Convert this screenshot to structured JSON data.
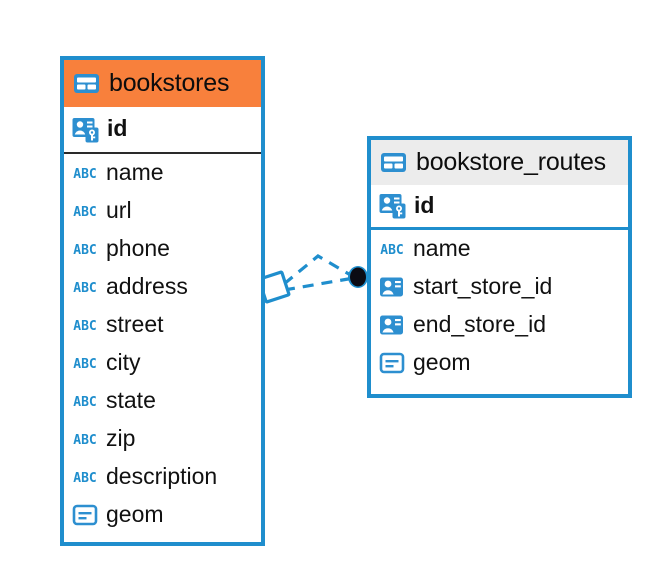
{
  "diagram": {
    "type": "entity-relationship-diagram",
    "background": "#ffffff",
    "accent_color": "#1f8ecd",
    "highlight_color": "#f8803c",
    "header_color": "#ececec"
  },
  "entities": [
    {
      "name": "bookstores",
      "icon": "table-icon",
      "header_color": "#f8803c",
      "primary_key": {
        "label": "id",
        "icon": "primary-key-icon"
      },
      "fields": [
        {
          "label": "name",
          "icon": "abc-text-icon",
          "type": "text"
        },
        {
          "label": "url",
          "icon": "abc-text-icon",
          "type": "text"
        },
        {
          "label": "phone",
          "icon": "abc-text-icon",
          "type": "text"
        },
        {
          "label": "address",
          "icon": "abc-text-icon",
          "type": "text"
        },
        {
          "label": "street",
          "icon": "abc-text-icon",
          "type": "text"
        },
        {
          "label": "city",
          "icon": "abc-text-icon",
          "type": "text"
        },
        {
          "label": "state",
          "icon": "abc-text-icon",
          "type": "text"
        },
        {
          "label": "zip",
          "icon": "abc-text-icon",
          "type": "text"
        },
        {
          "label": "description",
          "icon": "abc-text-icon",
          "type": "text"
        },
        {
          "label": "geom",
          "icon": "geometry-icon",
          "type": "geometry"
        }
      ]
    },
    {
      "name": "bookstore_routes",
      "icon": "table-icon",
      "header_color": "#ececec",
      "primary_key": {
        "label": "id",
        "icon": "primary-key-icon"
      },
      "fields": [
        {
          "label": "name",
          "icon": "abc-text-icon",
          "type": "text"
        },
        {
          "label": "start_store_id",
          "icon": "foreign-key-icon",
          "type": "foreign-key"
        },
        {
          "label": "end_store_id",
          "icon": "foreign-key-icon",
          "type": "foreign-key"
        },
        {
          "label": "geom",
          "icon": "geometry-icon",
          "type": "geometry"
        }
      ]
    }
  ],
  "relationship": {
    "from_entity": "bookstores",
    "to_entity": "bookstore_routes",
    "line_style": "dashed",
    "color": "#1f8ecd",
    "source_marker": "diamond-outline",
    "target_marker": "filled-circle",
    "target_marker_color": "#0b0b14"
  },
  "icon_glyphs": {
    "abc_text": "ABC"
  }
}
